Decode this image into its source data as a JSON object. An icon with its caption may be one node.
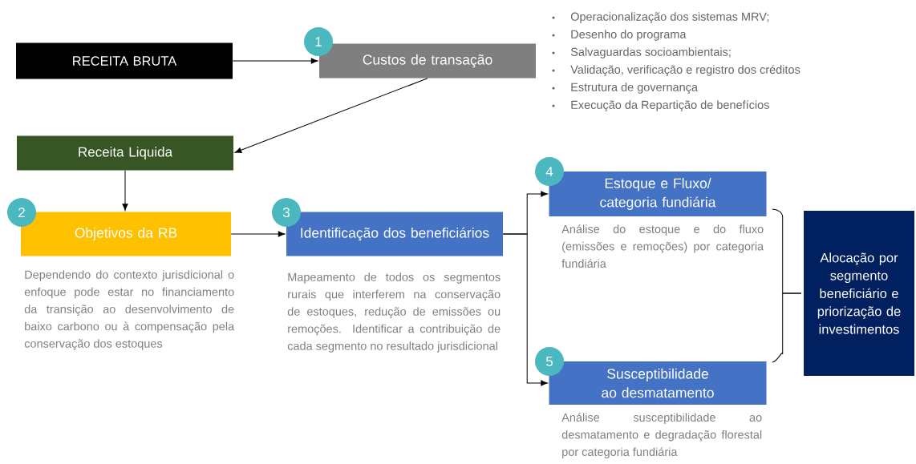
{
  "diagram": {
    "nodes": [
      {
        "text": [
          "RECEITA BRUTA"
        ]
      },
      {
        "text": [
          "Custos de transação"
        ],
        "beside": [
          "1"
        ]
      },
      {
        "text": [
          "Receita Liquida"
        ]
      },
      {
        "text": [
          "Objetivos da RB"
        ],
        "beside": [
          "2",
          "Dependendo do contexto jurisdicional o enfoque pode estar no financiamento da transição ao desenvolvimento de baixo carbono ou à compensação pela conservação dos estoques"
        ]
      },
      {
        "text": [
          "Identificação dos beneficiários"
        ],
        "beside": [
          "3",
          "Mapeamento de todos os segmentos rurais que interferem na conservação de estoques, redução de emissões ou remoções. Identificar a contribuição de cada segmento no resultado jurisdicional"
        ]
      },
      {
        "text": [
          "Estoque e Fluxo/ categoria fundiária"
        ],
        "beside": [
          "4",
          "Análise do estoque e do fluxo (emissões e remoções) por categoria fundiária"
        ]
      },
      {
        "text": [
          "Susceptibilidade ao desmatamento"
        ],
        "beside": [
          "5",
          "Análise susceptibilidade ao desmatamento e degradação florestal por categoria fundiária"
        ]
      },
      {
        "text": [
          "Alocação por segmento beneficiário e priorização de investimentos"
        ]
      }
    ],
    "edges": [
      {
        "from": 0,
        "to": 1,
        "arrow": "to"
      },
      {
        "from": 1,
        "to": 2,
        "arrow": "to"
      },
      {
        "from": 2,
        "to": 3,
        "arrow": "to"
      },
      {
        "from": 3,
        "to": 4,
        "arrow": "to"
      },
      {
        "from": 4,
        "to": 5,
        "arrow": "to"
      },
      {
        "from": 4,
        "to": 6,
        "arrow": "to"
      },
      {
        "from": 5,
        "to": 7,
        "arrow": "none"
      },
      {
        "from": 6,
        "to": 7,
        "arrow": "none"
      }
    ],
    "labels": [
      "Operacionalização dos sistemas MRV;",
      "Desenho do programa",
      "Salvaguardas socioambientais;",
      "Validação, verificação e registro dos créditos",
      "Estrutura de governança",
      "Execução da Repartição de benefícios"
    ]
  }
}
